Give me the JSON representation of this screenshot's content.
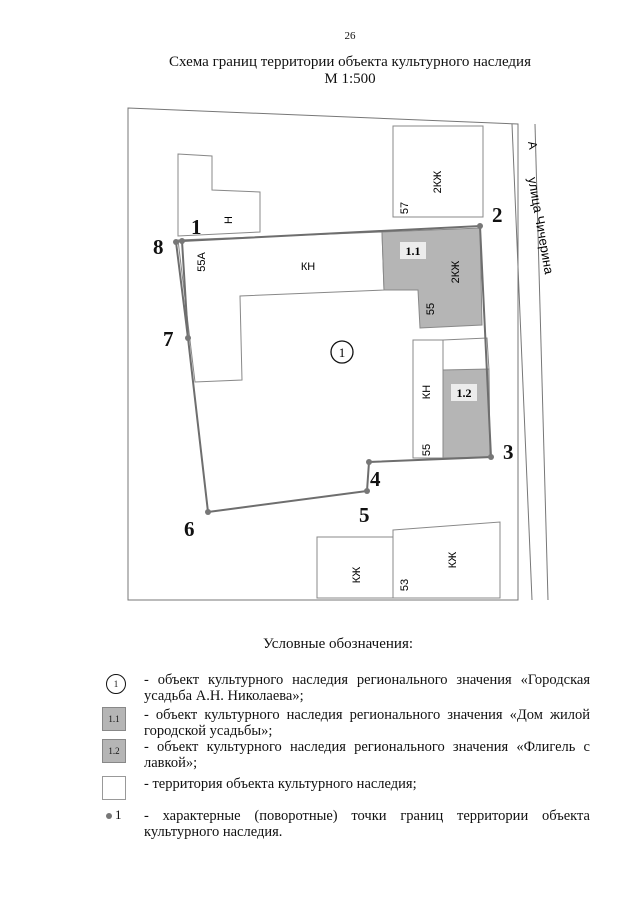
{
  "page_number": "26",
  "title_line1": "Схема границ территории объекта культурного наследия",
  "title_line2": "М 1:500",
  "street": {
    "label": "улица Чичерина",
    "mark": "А"
  },
  "buildings": {
    "kzh_57": "2КЖ",
    "num_57": "57",
    "n_label": "Н",
    "kn_main": "КН",
    "num_55a": "55А",
    "b11_label": "1.1",
    "b11_code": "2КЖ",
    "b11_num": "55",
    "kn_small": "КН",
    "b12_label": "1.2",
    "num_55": "55",
    "kzh_left": "КЖ",
    "kzh_right": "КЖ",
    "num_53": "53"
  },
  "object_marker": "1",
  "points": [
    "1",
    "2",
    "3",
    "4",
    "5",
    "6",
    "7",
    "8"
  ],
  "legend": {
    "title": "Условные обозначения:",
    "items": [
      {
        "symbol": "1",
        "text": "- объект культурного наследия регионального значения «Городская усадьба А.Н. Николаева»;"
      },
      {
        "symbol": "1.1",
        "text": "- объект культурного наследия регионального значения «Дом жилой городской усадьбы»;"
      },
      {
        "symbol": "1.2",
        "text": "- объект культурного наследия регионального значения «Флигель с лавкой»;"
      },
      {
        "symbol": "",
        "text": "- территория объекта культурного наследия;"
      },
      {
        "symbol": "1",
        "text": "- характерные (поворотные) точки границ территории объекта культурного наследия."
      }
    ]
  },
  "colors": {
    "heritage_fill": "#b5b5b5",
    "boundary": "#6e6e6e",
    "outline": "#8a8a8a"
  }
}
